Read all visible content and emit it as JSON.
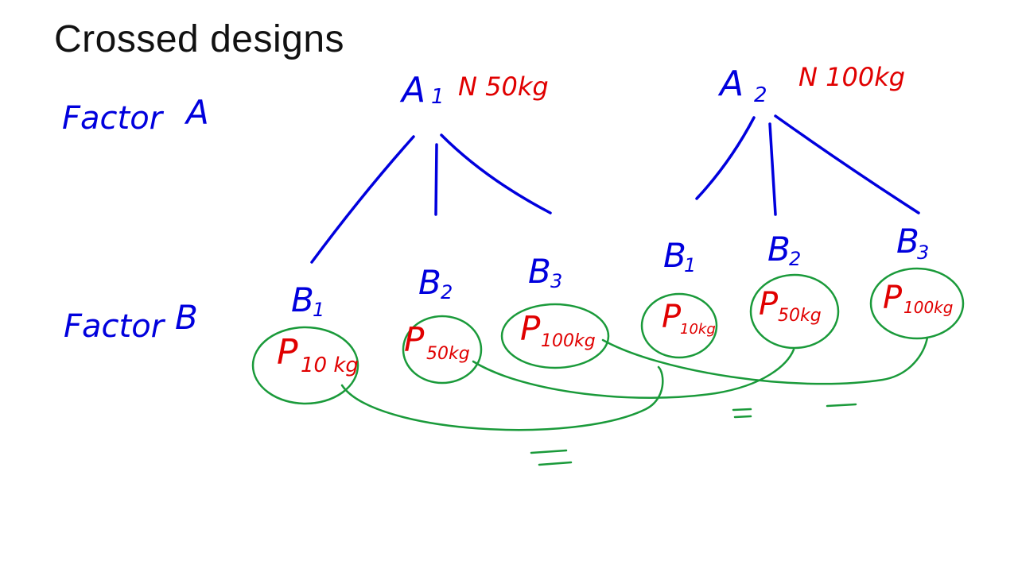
{
  "slide": {
    "title": "Crossed designs"
  },
  "factors": {
    "a": {
      "label": "Factor",
      "letter": "A"
    },
    "b": {
      "label": "Factor",
      "letter": "B"
    }
  },
  "levels_a": [
    {
      "letter": "A",
      "sub": "1",
      "treatment": "N 50kg"
    },
    {
      "letter": "A",
      "sub": "2",
      "treatment": "N 100kg"
    }
  ],
  "levels_b": [
    {
      "letter": "B",
      "sub": "1",
      "treatment_p": "P",
      "treatment_dose": "10 kg"
    },
    {
      "letter": "B",
      "sub": "2",
      "treatment_p": "P",
      "treatment_dose": "50kg"
    },
    {
      "letter": "B",
      "sub": "3",
      "treatment_p": "P",
      "treatment_dose": "100kg"
    },
    {
      "letter": "B",
      "sub": "1",
      "treatment_p": "P",
      "treatment_dose": "10kg"
    },
    {
      "letter": "B",
      "sub": "2",
      "treatment_p": "P",
      "treatment_dose": "50kg"
    },
    {
      "letter": "B",
      "sub": "3",
      "treatment_p": "P",
      "treatment_dose": "100kg"
    }
  ],
  "marks": {
    "equal_sign": "=",
    "dash": "–"
  },
  "colors": {
    "factor_ink": "#0000dd",
    "treatment_ink": "#e00000",
    "link_ink": "#1a9a3a",
    "title_ink": "#111111"
  }
}
